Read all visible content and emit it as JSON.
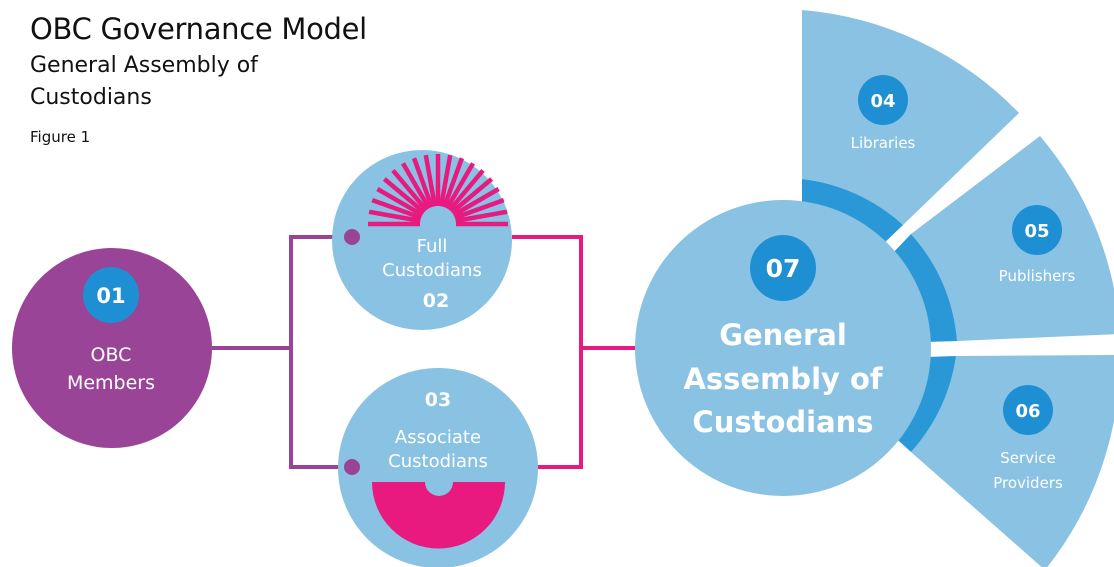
{
  "header": {
    "title": "OBC Governance Model",
    "subtitle": "General Assembly of Custodians",
    "figure_label": "Figure 1"
  },
  "colors": {
    "purple": "#9a4497",
    "magenta": "#e8197f",
    "light_blue": "#89c2e2",
    "mid_blue": "#2a98d6",
    "badge_blue": "#1e8fd3",
    "white": "#ffffff"
  },
  "nodes": {
    "members": {
      "number": "01",
      "line1": "OBC",
      "line2": "Members"
    },
    "full": {
      "number": "02",
      "line1": "Full",
      "line2": "Custodians"
    },
    "associate": {
      "number": "03",
      "line1": "Associate",
      "line2": "Custodians"
    },
    "assembly": {
      "number": "07",
      "line1": "General",
      "line2": "Assembly of",
      "line3": "Custodians"
    },
    "libraries": {
      "number": "04",
      "label": "Libraries"
    },
    "publishers": {
      "number": "05",
      "label": "Publishers"
    },
    "service": {
      "number": "06",
      "line1": "Service",
      "line2": "Providers"
    }
  }
}
